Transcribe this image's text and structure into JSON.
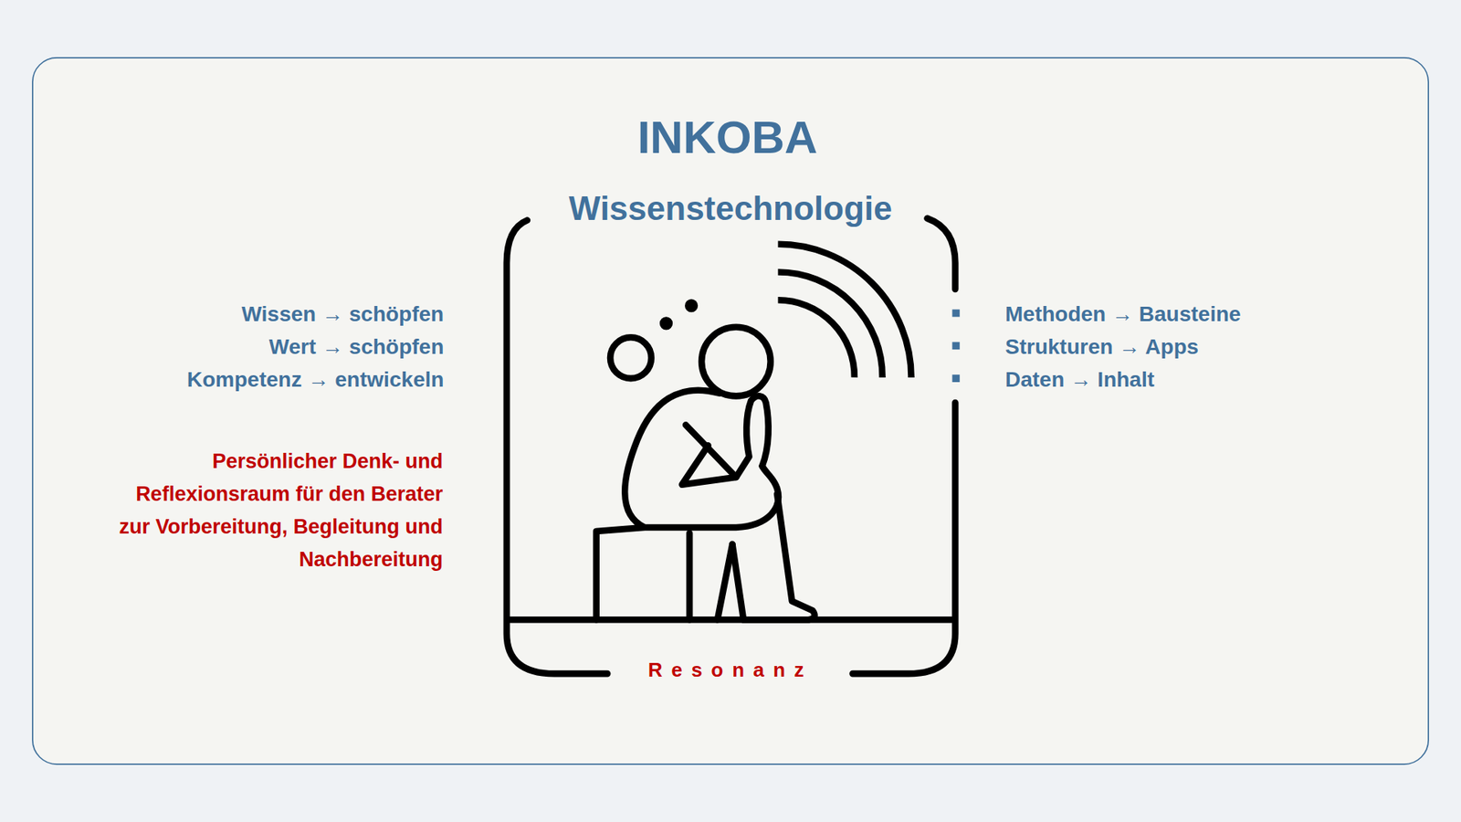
{
  "diagram": {
    "title": "INKOBA",
    "nodes": [
      {
        "text": [
          "Wissenstechnologie",
          "Resonanz"
        ]
      }
    ],
    "labels": [
      "Wissen → schöpfen",
      "Wert → schöpfen",
      "Kompetenz → entwickeln",
      "Persönlicher Denk- und Reflexionsraum für den Berater zur Vorbereitung, Begleitung und Nachbereitung",
      "Methoden → Bausteine",
      "Strukturen → Apps",
      "Daten → Inhalt"
    ]
  }
}
